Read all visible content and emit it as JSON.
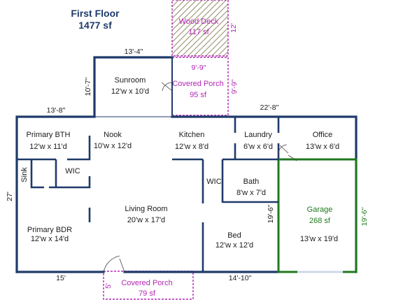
{
  "header": {
    "title": "First Floor",
    "area": "1477 sf"
  },
  "rooms": {
    "sunroom": {
      "name": "Sunroom",
      "size": "12'w x 10'd"
    },
    "primary_bth": {
      "name": "Primary BTH",
      "size": "12'w x 11'd"
    },
    "nook": {
      "name": "Nook",
      "size": "10'w x 12'd"
    },
    "kitchen": {
      "name": "Kitchen",
      "size": "12'w x 8'd"
    },
    "laundry": {
      "name": "Laundry",
      "size": "6'w x 6'd"
    },
    "office": {
      "name": "Office",
      "size": "13'w x 6'd"
    },
    "wic_primary": {
      "name": "WIC"
    },
    "wic_bed": {
      "name": "WIC"
    },
    "sink": {
      "name": "Sink"
    },
    "bath": {
      "name": "Bath",
      "size": "8'w x 7'd"
    },
    "living": {
      "name": "Living Room",
      "size": "20'w x 17'd"
    },
    "primary_bdr": {
      "name": "Primary BDR",
      "size": "12'w x 14'd"
    },
    "bed": {
      "name": "Bed",
      "size": "12'w x 12'd"
    }
  },
  "exterior": {
    "wood_deck": {
      "name": "Wood Deck",
      "area": "117 sf",
      "depth": "12'"
    },
    "covered_porch_top": {
      "name": "Covered Porch",
      "area": "95 sf",
      "width": "9'-9\"",
      "depth": "9'-9\""
    },
    "covered_porch_bottom": {
      "name": "Covered Porch",
      "area": "79 sf",
      "depth": "5'"
    },
    "garage": {
      "name": "Garage",
      "area": "268 sf",
      "size": "13'w x 19'd",
      "depth_left": "19'-6\"",
      "depth_right": "19'-6\""
    }
  },
  "dimensions": {
    "sunroom_width": "13'-4\"",
    "sunroom_depth": "10'-7\"",
    "left_top": "13'-8\"",
    "right_top": "22'-8\"",
    "left_side": "27'",
    "bottom_left": "15'",
    "bottom_right": "14'-10\""
  },
  "colors": {
    "walls": "#1f3a6b",
    "porch": "#b326b3",
    "garage": "#1f7a1f",
    "deck_hatch": "#9a9470"
  }
}
